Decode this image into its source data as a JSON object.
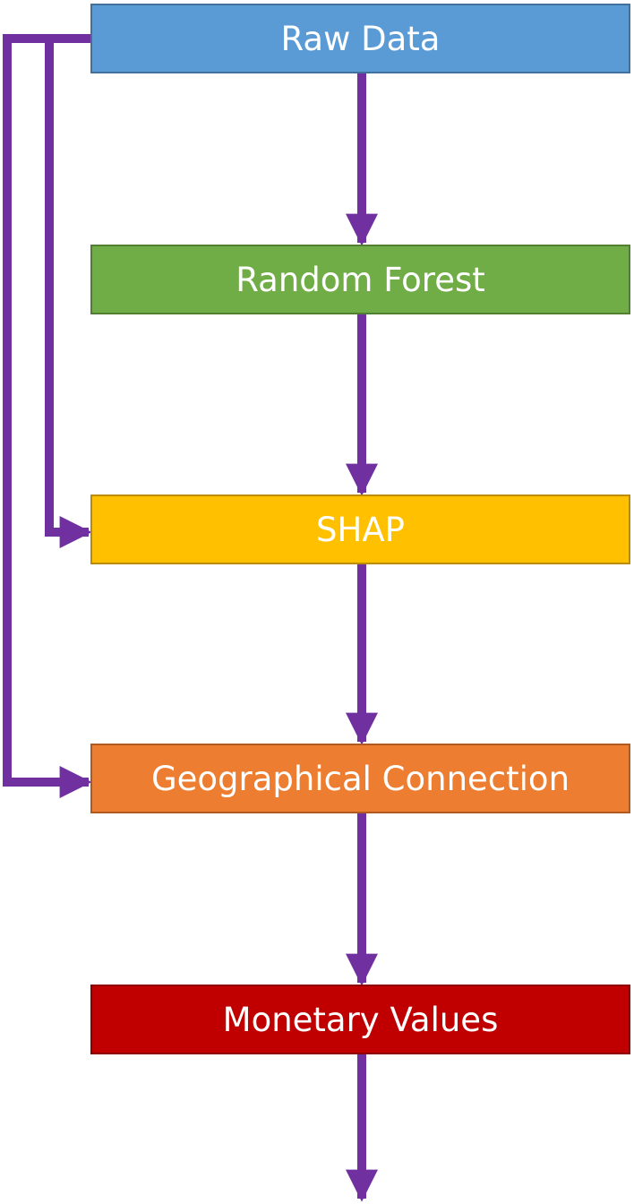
{
  "nodes": [
    {
      "id": "raw-data",
      "label": "Raw Data",
      "fill": "#5b9bd5",
      "border": "#41719c"
    },
    {
      "id": "random-forest",
      "label": "Random Forest",
      "fill": "#70ad47",
      "border": "#507e32"
    },
    {
      "id": "shap",
      "label": "SHAP",
      "fill": "#ffc000",
      "border": "#bc8c00"
    },
    {
      "id": "geographical-connection",
      "label": "Geographical Connection",
      "fill": "#ed7d31",
      "border": "#ae5a21"
    },
    {
      "id": "monetary-values",
      "label": "Monetary Values",
      "fill": "#c00000",
      "border": "#8f0000"
    }
  ],
  "edges": [
    {
      "from": "raw-data",
      "to": "random-forest"
    },
    {
      "from": "random-forest",
      "to": "shap"
    },
    {
      "from": "shap",
      "to": "geographical-connection"
    },
    {
      "from": "geographical-connection",
      "to": "monetary-values"
    },
    {
      "from": "raw-data",
      "to": "shap"
    },
    {
      "from": "raw-data",
      "to": "geographical-connection"
    },
    {
      "from": "monetary-values",
      "to": "output"
    }
  ],
  "arrow_color": "#7030a0"
}
